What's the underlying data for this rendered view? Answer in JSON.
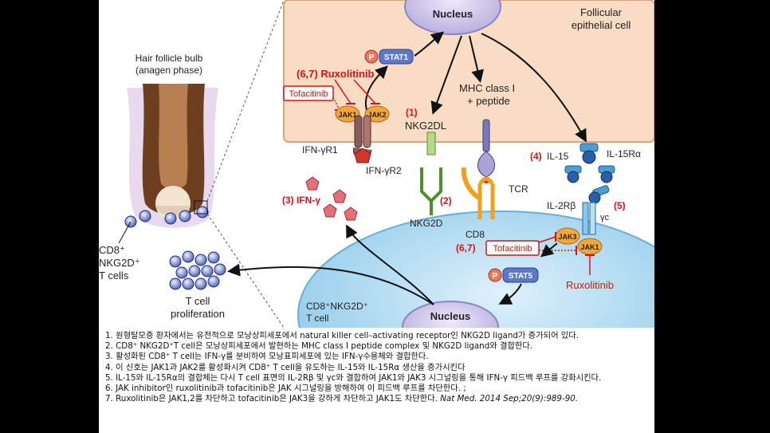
{
  "figure": {
    "hair_bulb_title": "Hair follicle bulb",
    "hair_bulb_subtitle": "(anagen phase)",
    "cd8_label_1": "CD8⁺",
    "cd8_label_2": "NKG2D⁺",
    "cd8_label_3": "T cells",
    "prolif_1": "T cell",
    "prolif_2": "proliferation",
    "nucleus_top": "Nucleus",
    "nucleus_bottom": "Nucleus",
    "follicular_1": "Follicular",
    "follicular_2": "epithelial cell",
    "stat1": "STAT1",
    "stat5": "STAT5",
    "p1": "P",
    "p2": "P",
    "rux_top": "(6,7) Ruxolitinib",
    "tofa_top": "Tofacitinib",
    "jak1_top": "JAK1",
    "jak2_top": "JAK2",
    "ifngr1": "IFN-γR1",
    "ifngr2": "IFN-γR2",
    "ifng": "(3) IFN-γ",
    "num1": "(1)",
    "nkg2dl": "NKG2DL",
    "mhc_1": "MHC class I",
    "mhc_2": "+ peptide",
    "num2": "(2)",
    "nkg2d": "NKG2D",
    "cd8": "CD8",
    "tcr": "TCR",
    "num4": "(4)",
    "il15": "IL-15",
    "il15ra": "IL-15Rα",
    "il2rb": "IL-2Rβ",
    "gc": "γc",
    "num5": "(5)",
    "jak3": "JAK3",
    "jak1_bottom": "JAK1",
    "num67_bottom": "(6,7)",
    "tofa_bottom": "Tofacitinib",
    "rux_bottom": "Ruxolitinib",
    "tcell_1": "CD8⁺NKG2D⁺",
    "tcell_2": "T cell"
  },
  "caption": {
    "line1": "1. 원형탈모증 환자에서는 유전적으로 모낭상피세포에서 natural killer cell–activating receptor인 NKG2D ligand가 증가되어 있다.",
    "line2": "2. CD8⁺ NKG2D⁺T cell은 모낭상피세포에서 발현하는 MHC class I peptide complex 및 NKG2D ligand와 결합한다.",
    "line3": "3. 활성화된 CD8⁺ T cell는 IFN-γ를 분비하여 모낭표피세포에 있는 IFN-γ수용체와 결합한다.",
    "line4": "4. 이 신호는 JAK1과 JAK2를 활성화시켜 CD8⁺ T cell을 유도하는 IL-15와 IL-15Rα 생산을 증가시킨다",
    "line5": "5. IL-15와 IL-15Rα의 결합체는 다시 T cell 표면의 IL-2Rβ 및 γc와 결합하여 JAK1와 JAK3 시그널링을 통해 IFN-γ 피드백 루프를 강화시킨다.",
    "line6": "6. JAK inhibitor인 ruxolitinib과 tofacitinib은 JAK 시그널링을 방해하여 이 피드백 루프를 차단한다. ;",
    "line7": "7. Ruxolitinib은 JAK1,2를 차단하고 tofacitinib은 JAK3을 강하게 차단하고 JAK1도 차단한다.",
    "citation": "Nat Med. 2014 Sep;20(9):989-90."
  }
}
